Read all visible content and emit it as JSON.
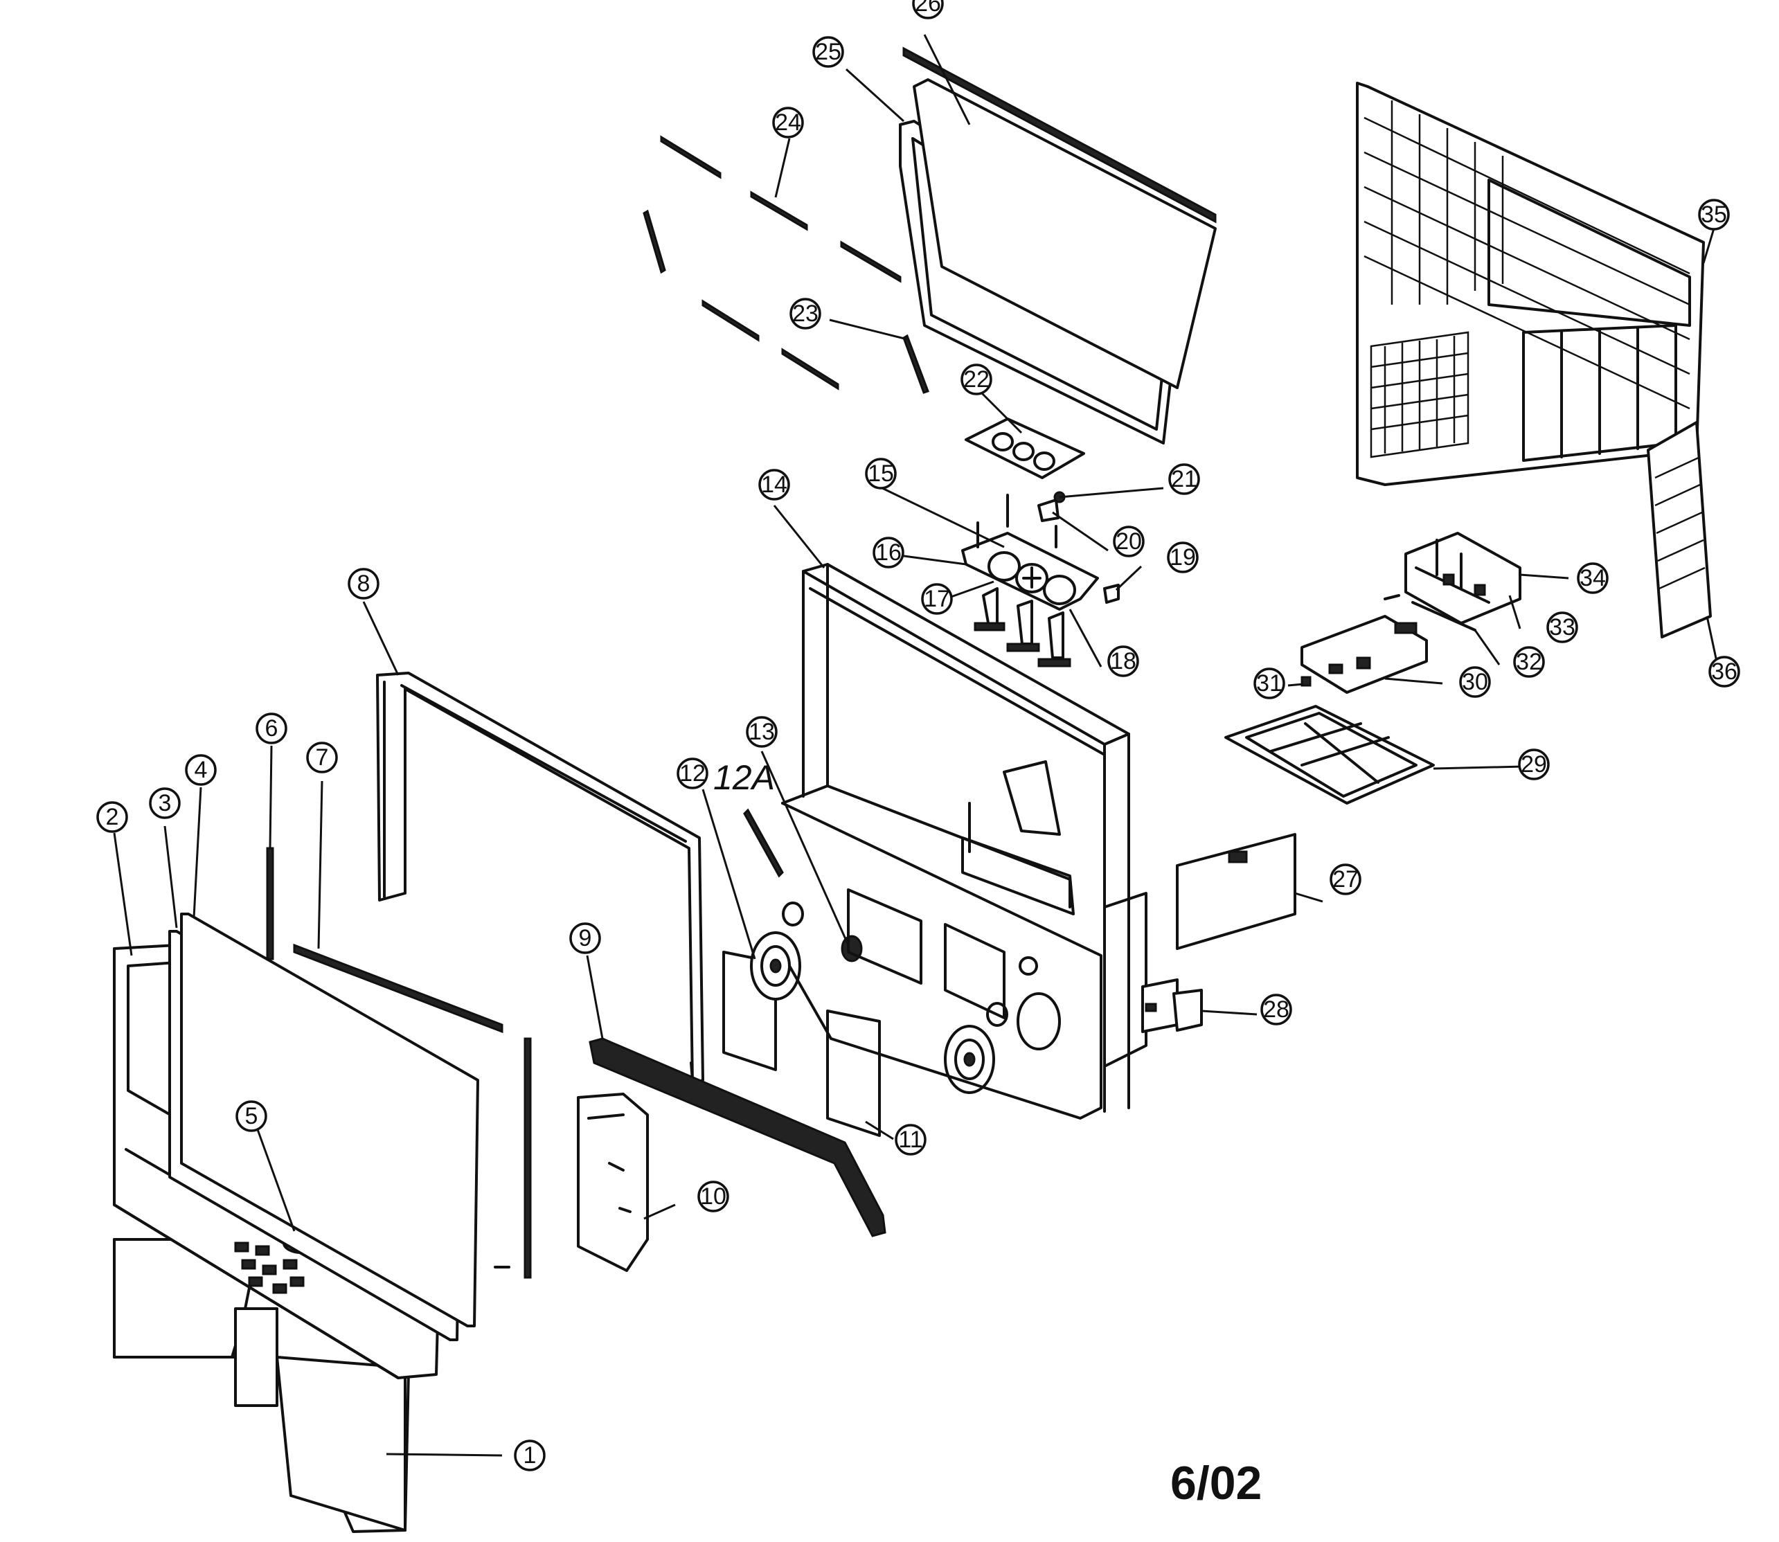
{
  "diagram": {
    "date_label": "6/02",
    "handwritten_label": "12A",
    "callouts": [
      {
        "id": "1"
      },
      {
        "id": "2"
      },
      {
        "id": "3"
      },
      {
        "id": "4"
      },
      {
        "id": "5"
      },
      {
        "id": "6"
      },
      {
        "id": "7"
      },
      {
        "id": "8"
      },
      {
        "id": "9"
      },
      {
        "id": "10"
      },
      {
        "id": "11"
      },
      {
        "id": "12"
      },
      {
        "id": "13"
      },
      {
        "id": "14"
      },
      {
        "id": "15"
      },
      {
        "id": "16"
      },
      {
        "id": "17"
      },
      {
        "id": "18"
      },
      {
        "id": "19"
      },
      {
        "id": "20"
      },
      {
        "id": "21"
      },
      {
        "id": "22"
      },
      {
        "id": "23"
      },
      {
        "id": "24"
      },
      {
        "id": "25"
      },
      {
        "id": "26"
      },
      {
        "id": "27"
      },
      {
        "id": "28"
      },
      {
        "id": "29"
      },
      {
        "id": "30"
      },
      {
        "id": "31"
      },
      {
        "id": "32"
      },
      {
        "id": "33"
      },
      {
        "id": "34"
      },
      {
        "id": "35"
      },
      {
        "id": "36"
      }
    ]
  }
}
